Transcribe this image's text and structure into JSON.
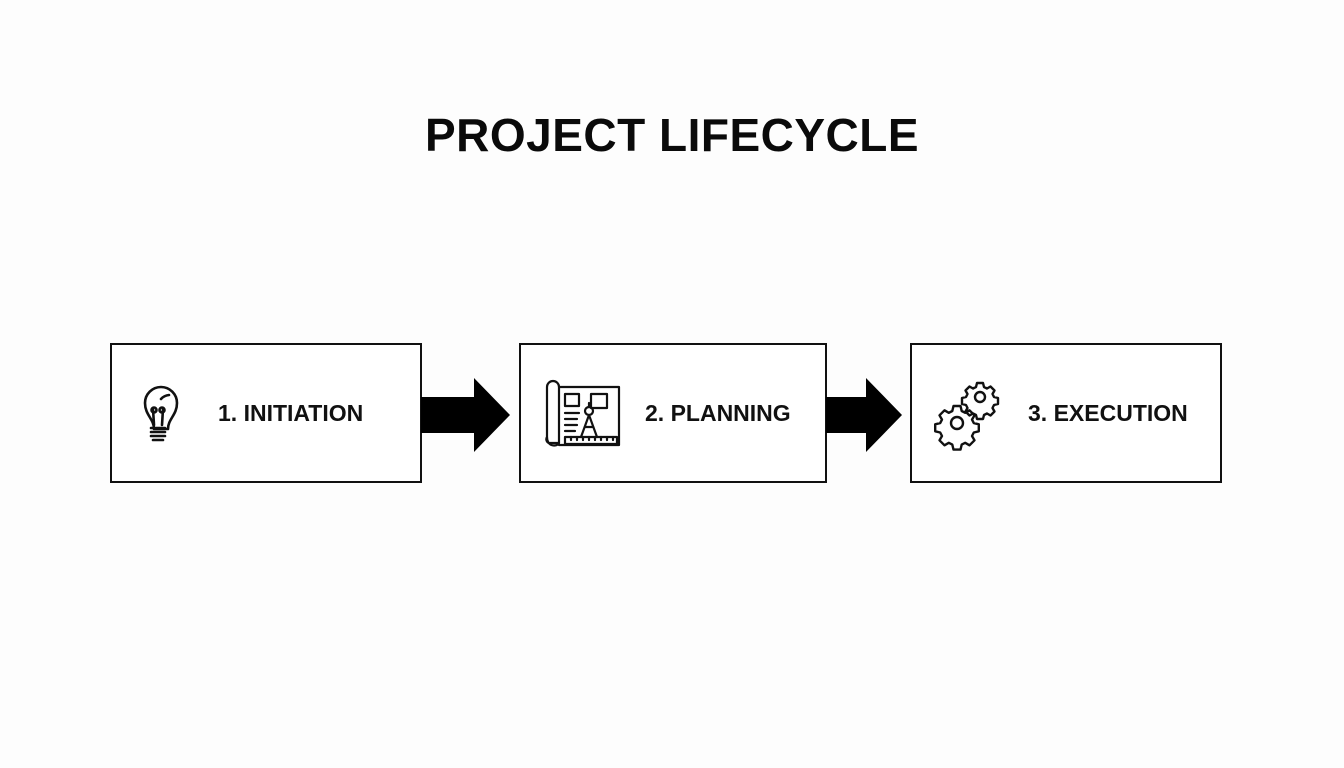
{
  "title": "PROJECT LIFECYCLE",
  "stages": [
    {
      "label": "1. INITIATION",
      "icon": "lightbulb-icon"
    },
    {
      "label": "2. PLANNING",
      "icon": "blueprint-icon"
    },
    {
      "label": "3. EXECUTION",
      "icon": "gears-icon"
    }
  ],
  "connectors": [
    "arrow-right",
    "arrow-right"
  ],
  "colors": {
    "stroke": "#111111",
    "background": "#fdfdfd"
  }
}
